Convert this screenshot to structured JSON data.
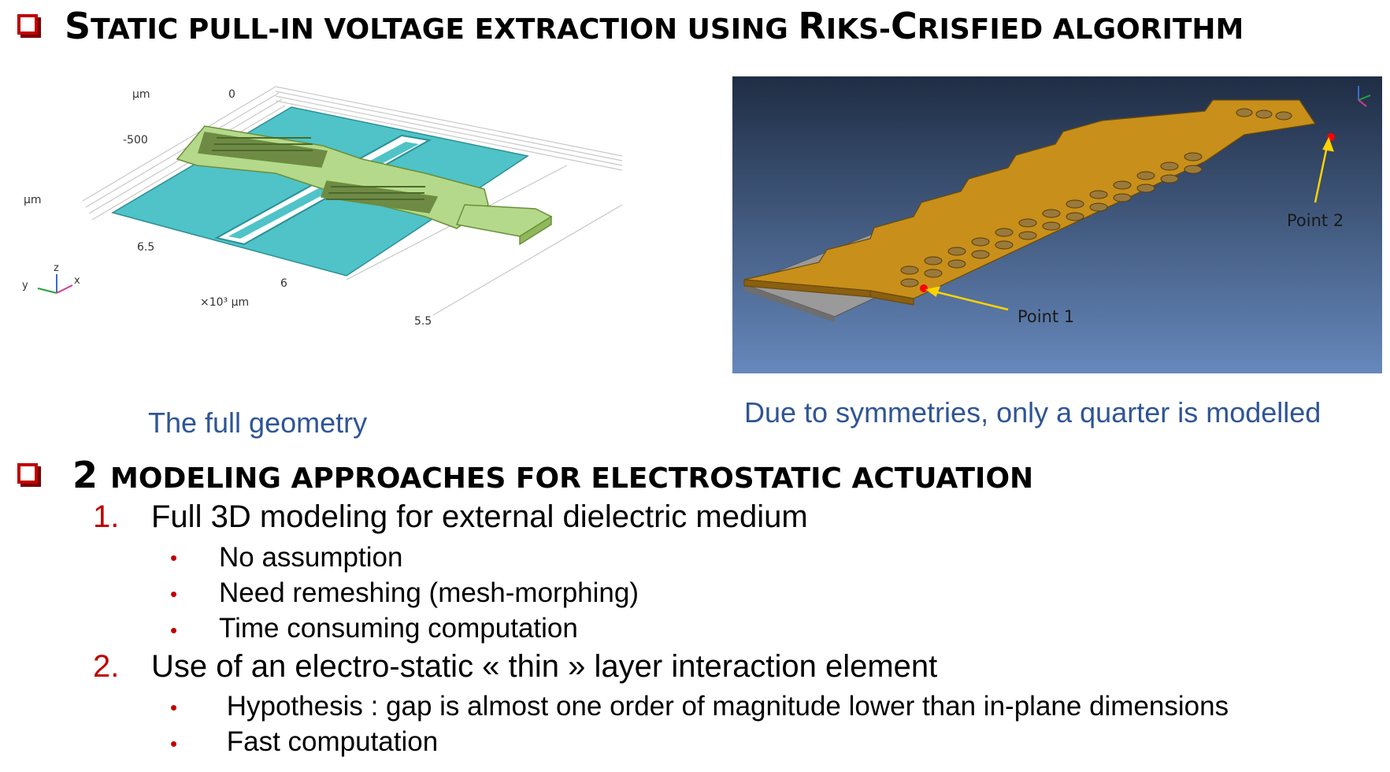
{
  "title": {
    "parts": [
      {
        "text": "S",
        "big": true
      },
      {
        "text": "TATIC PULL-IN VOLTAGE EXTRACTION USING ",
        "big": false
      },
      {
        "text": "R",
        "big": true
      },
      {
        "text": "IKS-",
        "big": false
      },
      {
        "text": "C",
        "big": true
      },
      {
        "text": "RISFIED ALGORITHM",
        "big": false
      }
    ]
  },
  "figure_left": {
    "caption": "The full geometry",
    "labels": {
      "um_top": "μm",
      "zero": "0",
      "minus500": "-500",
      "um_side": "μm",
      "six_five": "6.5",
      "six": "6",
      "x103": "×10³ μm",
      "five_five": "5.5",
      "axis_z": "z",
      "axis_y": "y",
      "axis_x": "x"
    }
  },
  "figure_right": {
    "caption": "Due to symmetries, only a quarter is modelled",
    "point1": "Point 1",
    "point2": "Point 2"
  },
  "section2": {
    "parts": [
      {
        "text": "2 ",
        "big": true
      },
      {
        "text": "MODELING APPROACHES FOR ELECTROSTATIC ACTUATION",
        "big": false
      }
    ],
    "items": [
      {
        "num": "1.",
        "text": "Full 3D modeling for external dielectric medium",
        "subs": [
          "No assumption",
          "Need remeshing (mesh-morphing)",
          "Time consuming computation"
        ]
      },
      {
        "num": "2.",
        "text": "Use of an electro-static « thin » layer interaction element",
        "subs": [
          " Hypothesis : gap is almost one order of magnitude lower than in-plane dimensions",
          " Fast computation"
        ]
      }
    ]
  },
  "colors": {
    "accent": "#c00000",
    "caption": "#2f5597",
    "gold": "#c8901a",
    "teal": "#4fc3c8",
    "plate_green": "#b5d98a"
  },
  "icons": {
    "bullet": "checkbox-square-icon",
    "sub_bullet": "dot-icon"
  }
}
